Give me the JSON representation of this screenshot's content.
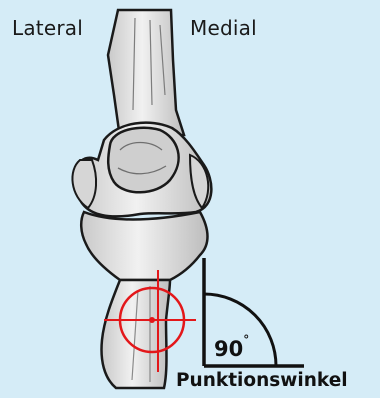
{
  "labels": {
    "lateral": "Lateral",
    "medial": "Medial",
    "angle": "90",
    "angle_unit": "°",
    "caption": "Punktionswinkel"
  },
  "colors": {
    "background": "#d5ecf7",
    "bone_fill": "#eeeeee",
    "bone_shade": "#b9b9b9",
    "outline": "#1a1a1a",
    "target": "#e3171a"
  },
  "icons": {
    "knee": "knee-joint-illustration",
    "target": "crosshair-target-icon",
    "angle": "right-angle-icon"
  }
}
